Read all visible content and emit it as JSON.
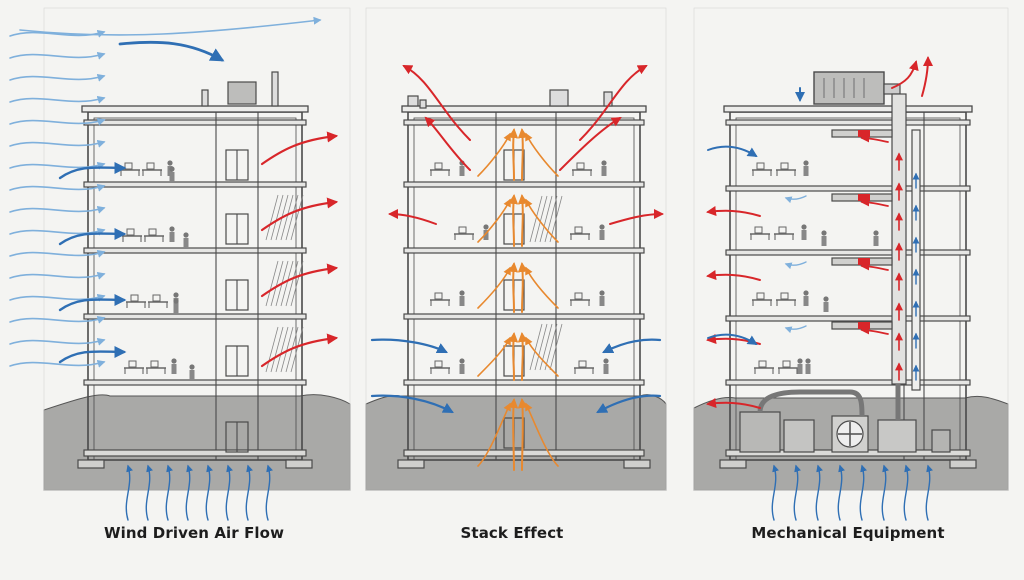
{
  "panels": [
    {
      "id": "wind",
      "caption": "Wind Driven Air Flow"
    },
    {
      "id": "stack",
      "caption": "Stack Effect"
    },
    {
      "id": "mechanical",
      "caption": "Mechanical Equipment"
    }
  ],
  "colors": {
    "cool_air": "#2f6fb4",
    "cool_air_light": "#7fb0dc",
    "warm_air": "#d8262a",
    "rising_air": "#e8892f",
    "line": "#4a4a4a",
    "ground": "#9a9a9a",
    "equipment": "#8f8f8f",
    "background": "#f4f4f2"
  },
  "icons": {
    "arrow_in": "cool-air-arrow-icon",
    "arrow_out": "warm-air-arrow-icon",
    "arrow_up": "rising-air-arrow-icon",
    "person": "occupant-icon",
    "desk": "workstation-icon",
    "door": "elevator-door-icon",
    "fan": "fan-unit-icon",
    "rooftop": "rooftop-unit-icon"
  }
}
